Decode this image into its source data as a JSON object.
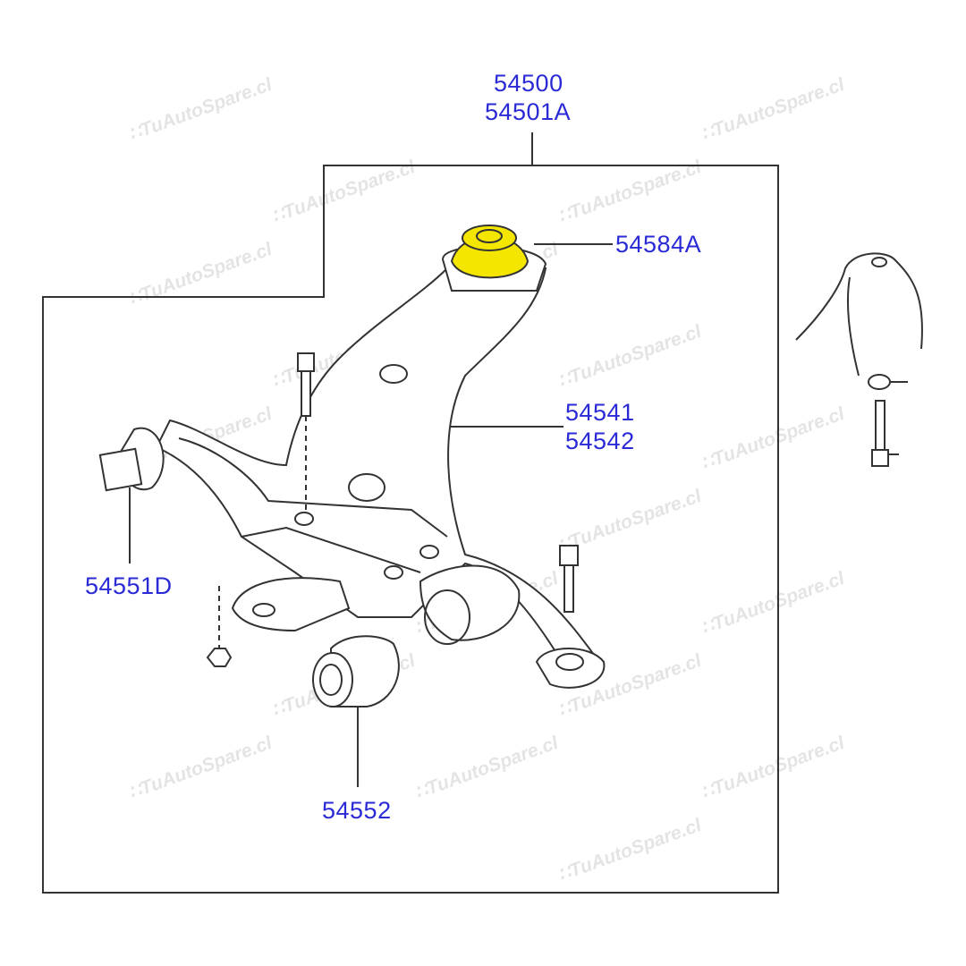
{
  "watermark": "TuAutoSpare.cl",
  "colors": {
    "label": "#2a2ad6",
    "highlight": "#f5e600",
    "line": "#333333"
  },
  "labels": {
    "assembly_1": "54500",
    "assembly_2": "54501A",
    "bushing_upper": "54584A",
    "arm_1": "54541",
    "arm_2": "54542",
    "front_bushing": "54551D",
    "rear_bushing": "54552"
  }
}
